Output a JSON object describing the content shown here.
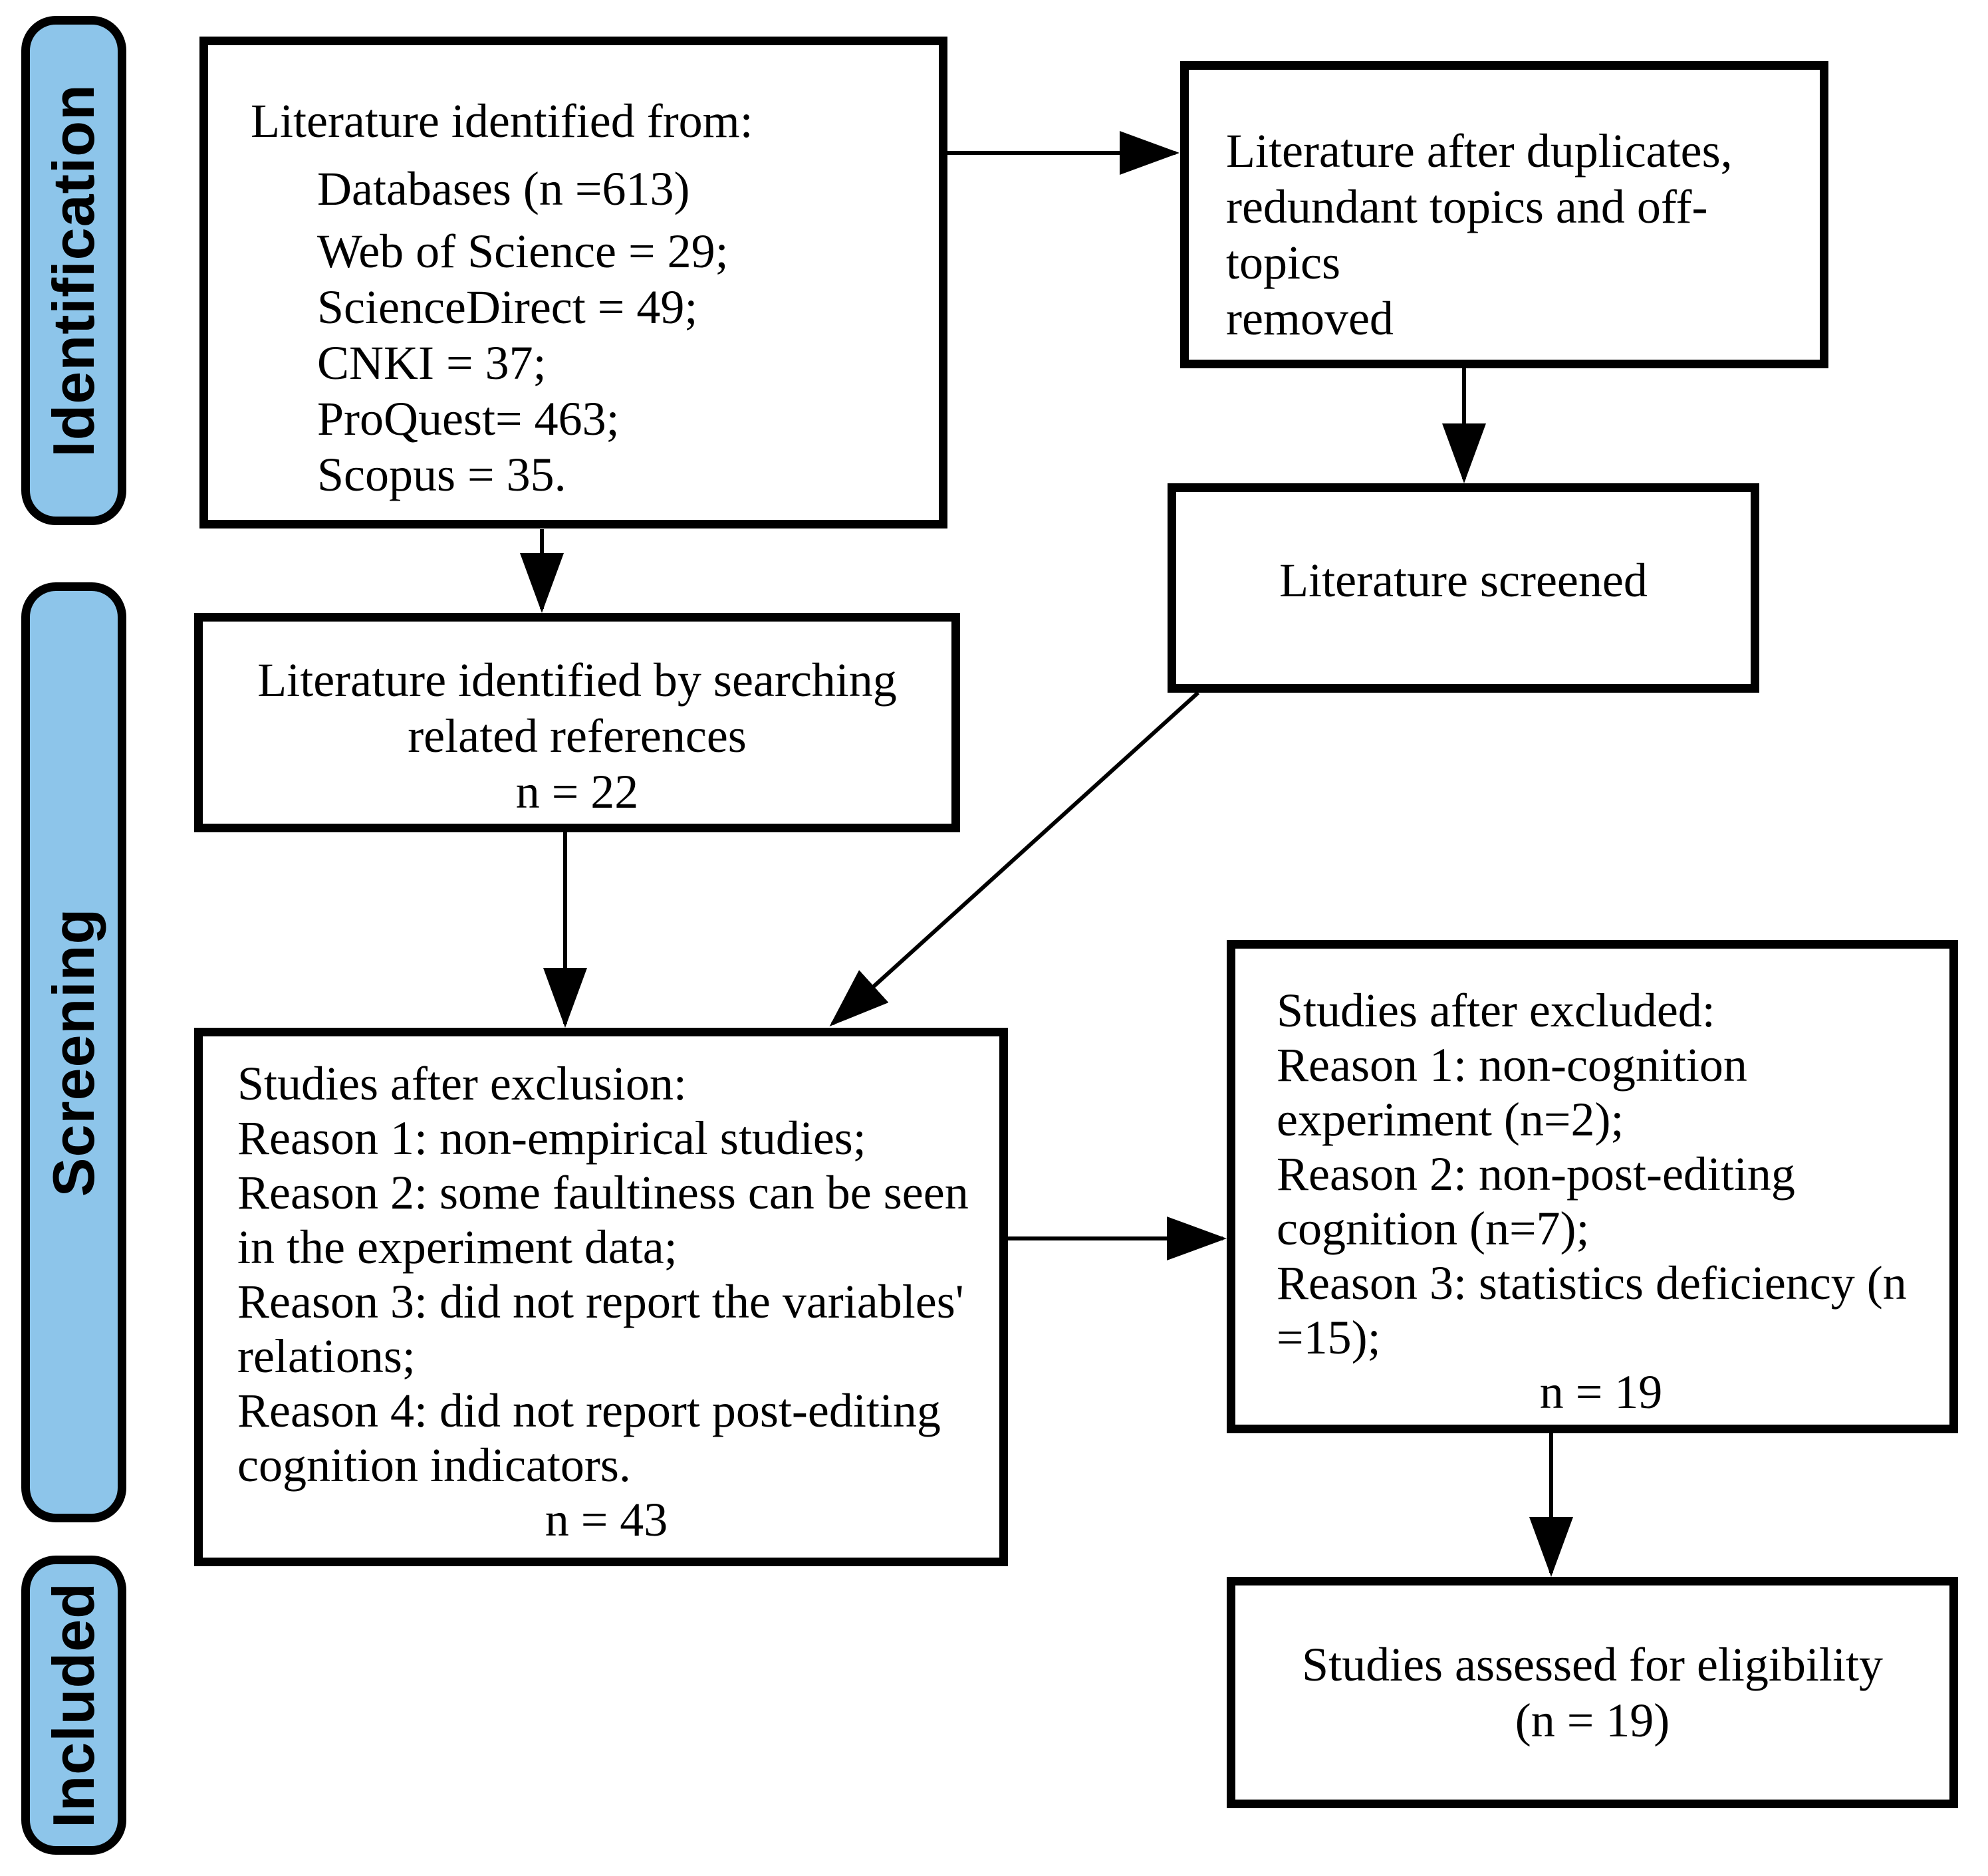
{
  "figure": {
    "type": "prisma-flow-diagram",
    "colors": {
      "stage_fill": "#8DC5EA",
      "line": "#000000",
      "background": "#FFFFFF"
    }
  },
  "stages": {
    "identification": "Identification",
    "screening": "Screening",
    "included": "Included"
  },
  "boxes": {
    "identified": {
      "title": "Literature identified from:",
      "items": [
        "Databases (n =613)",
        "Web of Science = 29;",
        "ScienceDirect = 49;",
        "CNKI = 37;",
        "ProQuest= 463;",
        "Scopus = 35."
      ]
    },
    "deduplicated": {
      "lines": [
        "Literature after duplicates,",
        "redundant topics and off-topics",
        "removed"
      ]
    },
    "screened": {
      "text": "Literature screened"
    },
    "references": {
      "lines": [
        "Literature identified by searching",
        "related references"
      ],
      "count": "n = 22"
    },
    "exclusion": {
      "lines": [
        "Studies after exclusion:",
        "Reason 1: non-empirical studies;",
        "Reason 2: some faultiness can be seen",
        "in the experiment data;",
        "Reason 3: did not report the variables'",
        "relations;",
        "Reason 4: did not report post-editing",
        "cognition indicators."
      ],
      "count": "n = 43"
    },
    "excluded": {
      "lines": [
        "Studies after excluded:",
        "Reason 1: non-cognition",
        "experiment (n=2);",
        "Reason 2: non-post-editing",
        "cognition (n=7);",
        "Reason 3: statistics deficiency (n",
        "=15);"
      ],
      "count": "n = 19"
    },
    "eligibility": {
      "lines": [
        "Studies assessed for eligibility",
        "(n = 19)"
      ]
    }
  }
}
